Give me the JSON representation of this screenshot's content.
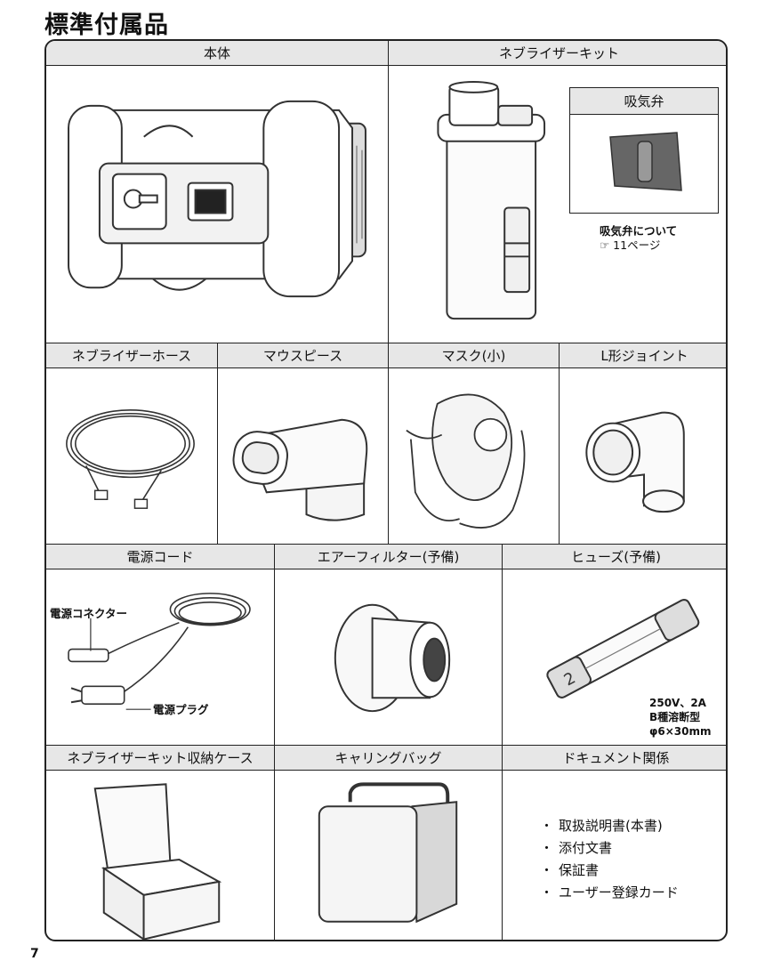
{
  "page": {
    "title": "標準付属品",
    "number": "7"
  },
  "cells": {
    "main_unit": {
      "label": "本体"
    },
    "nebulizer_kit": {
      "label": "ネブライザーキット",
      "valve_label": "吸気弁",
      "valve_note_1": "吸気弁について",
      "valve_note_2": "☞ 11ページ"
    },
    "hose": {
      "label": "ネブライザーホース"
    },
    "mouthpiece": {
      "label": "マウスピース"
    },
    "mask": {
      "label": "マスク(小)"
    },
    "l_joint": {
      "label": "L形ジョイント"
    },
    "power_cord": {
      "label": "電源コード",
      "connector_label": "電源コネクター",
      "plug_label": "電源プラグ"
    },
    "air_filter": {
      "label": "エアーフィルター(予備)"
    },
    "fuse": {
      "label": "ヒューズ(予備)",
      "spec_1": "250V、2A",
      "spec_2": "B種溶断型",
      "spec_3": "φ6×30mm",
      "mark": "2"
    },
    "kit_case": {
      "label": "ネブライザーキット収納ケース"
    },
    "carrying_bag": {
      "label": "キャリングバッグ"
    },
    "documents": {
      "label": "ドキュメント関係",
      "items": [
        "取扱説明書(本書)",
        "添付文書",
        "保証書",
        "ユーザー登録カード"
      ]
    }
  }
}
